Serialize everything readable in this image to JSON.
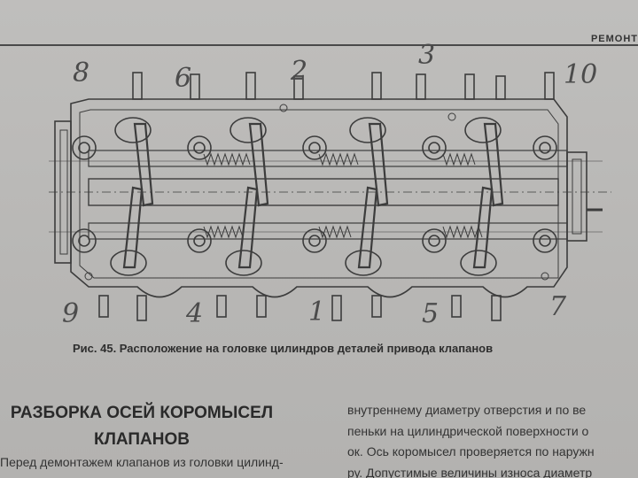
{
  "header": {
    "running_head": "РЕМОНТ"
  },
  "figure": {
    "labels": [
      "8",
      "6",
      "2",
      "3",
      "10",
      "9",
      "4",
      "1",
      "5",
      "7"
    ],
    "caption": "Рис. 45. Расположение на головке цилиндров деталей привода клапанов"
  },
  "section": {
    "heading_line1": "РАЗБОРКА ОСЕЙ КОРОМЫСЕЛ",
    "heading_line2": "КЛАПАНОВ",
    "left_text": "Перед демонтажем клапанов из головки цилинд-",
    "right_lines": [
      "внутреннему диаметру отверстия и по ве",
      "пеньки на цилиндрической поверхности о",
      "ок. Ось коромысел проверяется по наружн",
      "ру. Допустимые величины износа диаметр"
    ]
  }
}
